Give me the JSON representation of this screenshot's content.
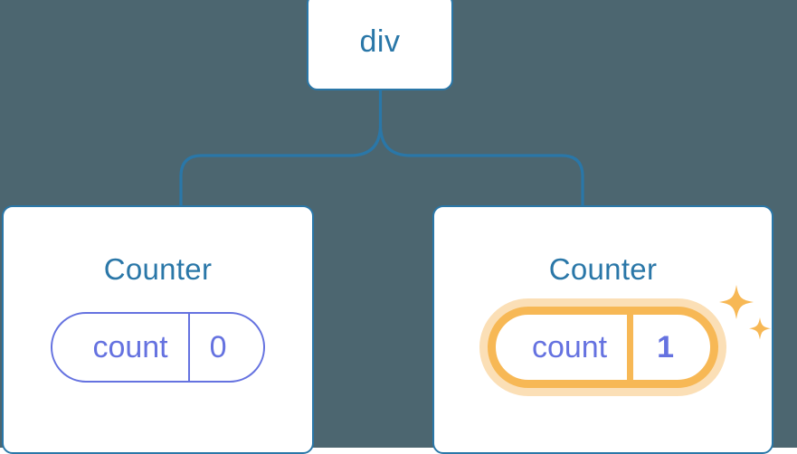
{
  "diagram": {
    "type": "component-tree",
    "background_color": "#4c6670",
    "accent_color": "#2a77a8",
    "state_color": "#6572e0",
    "highlight_color": "#f7b855",
    "highlight_halo_color": "#fbdfb6",
    "root": {
      "label": "div"
    },
    "children": [
      {
        "title": "Counter",
        "state": {
          "key": "count",
          "value": "0"
        },
        "highlighted": false,
        "sparkles": false
      },
      {
        "title": "Counter",
        "state": {
          "key": "count",
          "value": "1"
        },
        "highlighted": true,
        "sparkles": true
      }
    ],
    "icons": {
      "sparkle_large": "sparkle-icon",
      "sparkle_small": "sparkle-icon"
    }
  }
}
